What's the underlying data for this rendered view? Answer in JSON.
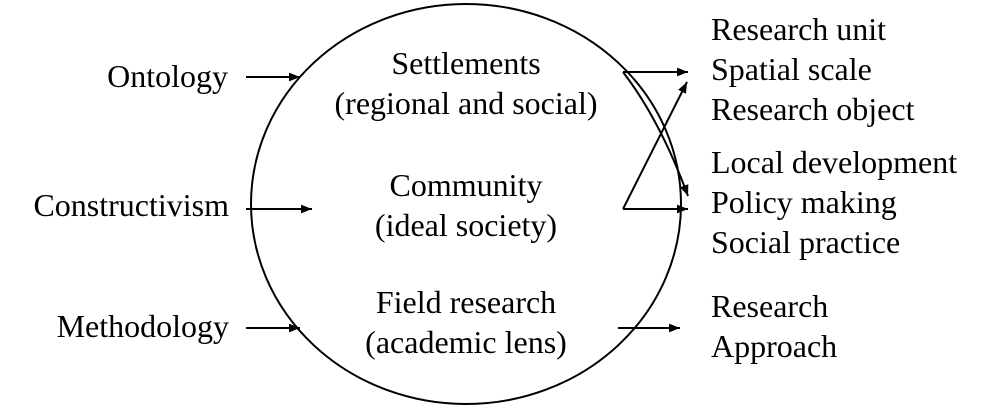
{
  "inputs": {
    "ontology": "Ontology",
    "constructivism": "Constructivism",
    "methodology": "Methodology"
  },
  "circle": {
    "settlements": [
      "Settlements",
      "(regional and social)"
    ],
    "community": [
      "Community",
      "(ideal society)"
    ],
    "field_research": [
      "Field research",
      "(academic lens)"
    ]
  },
  "outputs": {
    "group_research": [
      "Research unit",
      "Spatial scale",
      "Research object"
    ],
    "group_practice": [
      "Local development",
      "Policy making",
      "Social practice"
    ],
    "group_approach": [
      "Research",
      "Approach"
    ]
  }
}
